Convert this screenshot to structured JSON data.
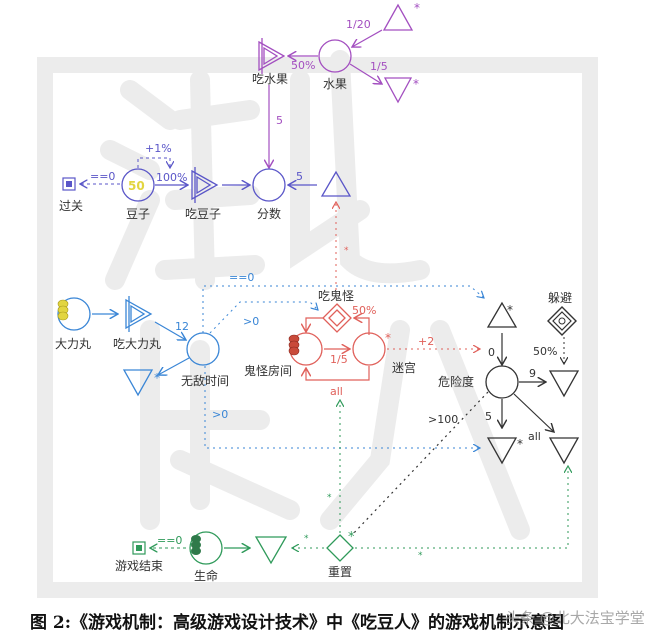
{
  "colors": {
    "purple": "#a34fc0",
    "blue_violet": "#5a56c8",
    "blue": "#3a86d6",
    "red": "#e0605a",
    "black": "#333333",
    "green": "#2f9a5a",
    "yellow": "#e2d540",
    "watermark_gray": "#e6e6e6"
  },
  "fruit_section": {
    "eat_fruit_label": "吃水果",
    "fruit_label": "水果",
    "to_eat_fruit_pct": "50%",
    "source_rate": "1/20",
    "drain_rate": "1/5",
    "to_score": "5"
  },
  "dots_section": {
    "win_label": "过关",
    "win_condition": "==0",
    "dots_label": "豆子",
    "dots_value": "50",
    "increment": "+1%",
    "eat_rate": "100%",
    "eat_dots_label": "吃豆子",
    "score_label": "分数",
    "score_source_amount": "5"
  },
  "power_section": {
    "power_pill_label": "大力丸",
    "eat_power_pill_label": "吃大力丸",
    "invincible_amount": "12",
    "invincible_label": "无敌时间",
    "cond_eq0": "==0",
    "cond_gt0_top": ">0",
    "cond_gt0_bottom": ">0"
  },
  "ghost_section": {
    "eat_ghost_label": "吃鬼怪",
    "eat_ghost_pct": "50%",
    "ghost_house_label": "鬼怪房间",
    "maze_label": "迷宫",
    "release_rate": "1/5",
    "return_all": "all",
    "danger_add": "+2"
  },
  "danger_section": {
    "evade_label": "躲避",
    "evade_pct": "50%",
    "danger_label": "危险度",
    "start_value": "0",
    "drain_9": "9",
    "drain_5": "5",
    "drain_all": "all",
    "threshold": ">100"
  },
  "life_section": {
    "game_over_label": "游戏结束",
    "game_over_condition": "==0",
    "lives_label": "生命",
    "reset_label": "重置"
  },
  "caption": {
    "text": "图 2:《游戏机制：高级游戏设计技术》中《吃豆人》的游戏机制示意图"
  },
  "watermark": {
    "text": "头条 @北大法宝学堂"
  }
}
